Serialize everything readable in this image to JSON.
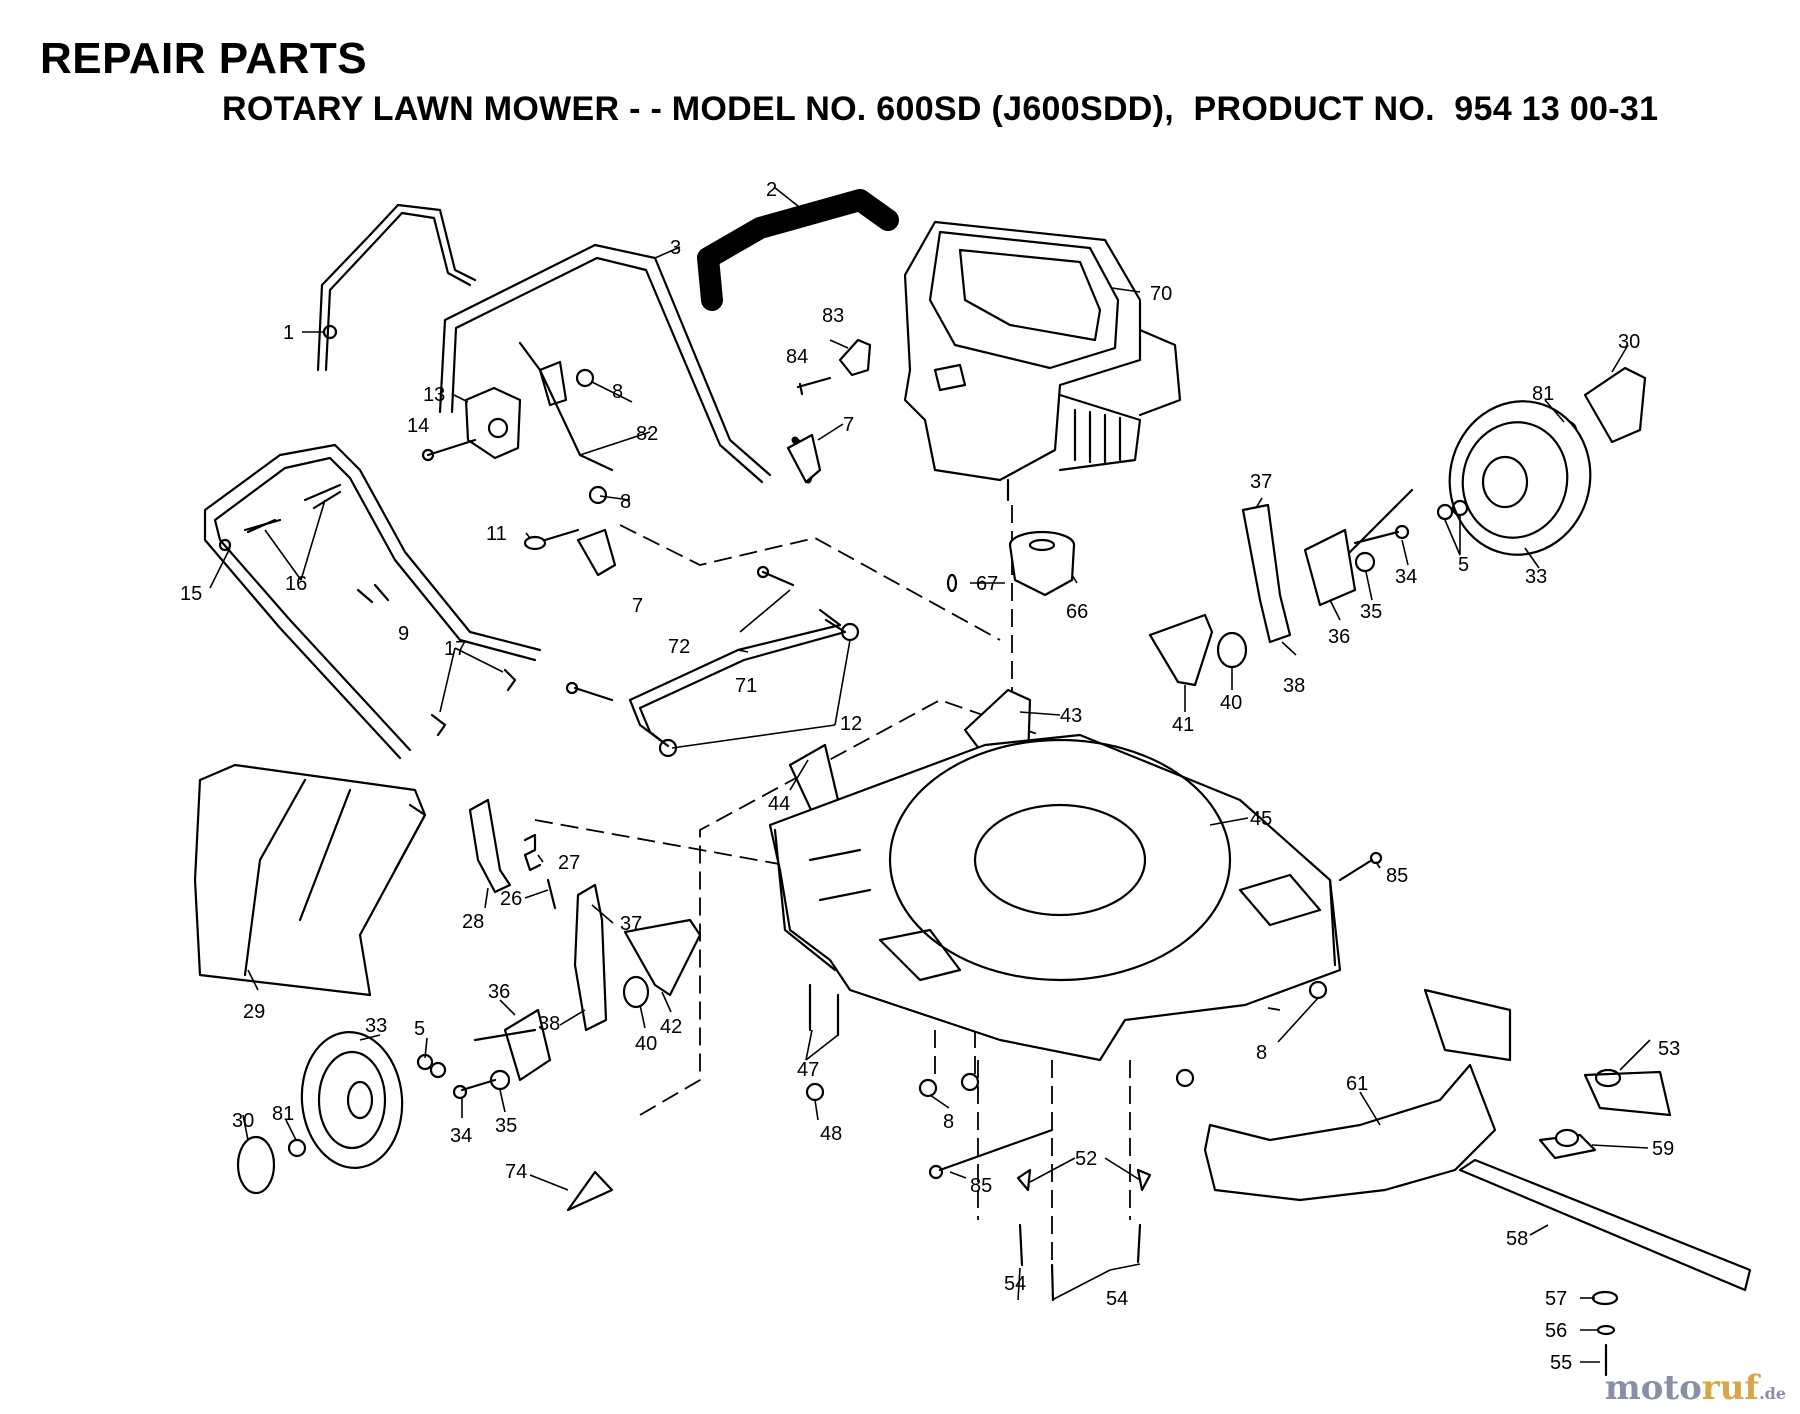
{
  "header": {
    "title": "REPAIR PARTS",
    "subtitle": "ROTARY LAWN MOWER - - MODEL NO. 600SD (J600SDD),  PRODUCT NO.  954 13 00-31"
  },
  "callouts": {
    "c1": "1",
    "c2": "2",
    "c3": "3",
    "c83": "83",
    "c84": "84",
    "c70": "70",
    "c30a": "30",
    "c81a": "81",
    "c13": "13",
    "c14": "14",
    "c8a": "8",
    "c82": "82",
    "c7a": "7",
    "c8b": "8",
    "c11": "11",
    "c7b": "7",
    "c15": "15",
    "c16": "16",
    "c9": "9",
    "c17": "17",
    "c37a": "37",
    "c5a": "5",
    "c33a": "33",
    "c34a": "34",
    "c35a": "35",
    "c36a": "36",
    "c38a": "38",
    "c67": "67",
    "c66": "66",
    "c72": "72",
    "c71": "71",
    "c12": "12",
    "c41": "41",
    "c40a": "40",
    "c43": "43",
    "c44": "44",
    "c45": "45",
    "c85a": "85",
    "c27": "27",
    "c28": "28",
    "c26": "26",
    "c37b": "37",
    "c29": "29",
    "c42": "42",
    "c40b": "40",
    "c36b": "36",
    "c38b": "38",
    "c33b": "33",
    "c5b": "5",
    "c47": "47",
    "c48": "48",
    "c8c": "8",
    "c8d": "8",
    "c61": "61",
    "c53": "53",
    "c30b": "30",
    "c81b": "81",
    "c34b": "34",
    "c35b": "35",
    "c74": "74",
    "c85b": "85",
    "c52": "52",
    "c59": "59",
    "c58": "58",
    "c54a": "54",
    "c54b": "54",
    "c57": "57",
    "c56": "56",
    "c55": "55"
  },
  "watermark": {
    "a": "moto",
    "b": "ruf",
    "c": ".de"
  }
}
